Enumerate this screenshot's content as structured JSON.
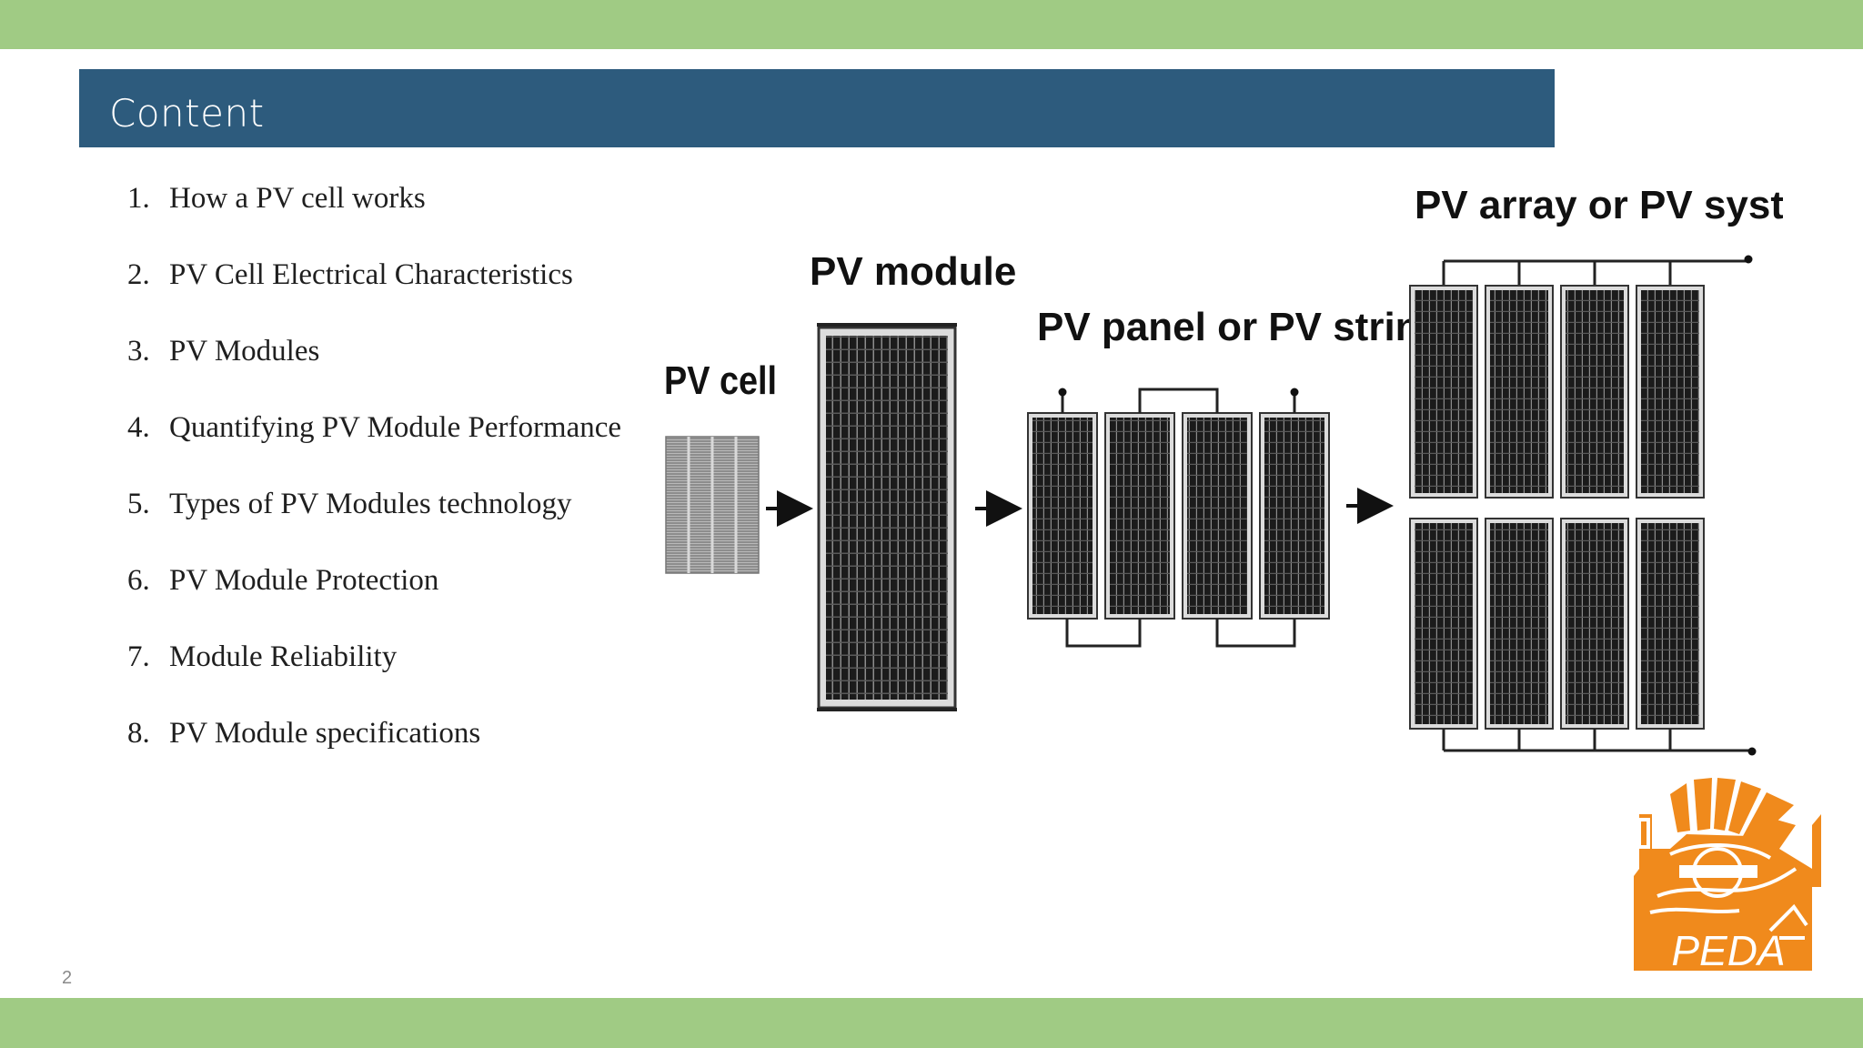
{
  "slide": {
    "title": "Content",
    "page_number": "2"
  },
  "toc": [
    {
      "num": "1.",
      "text": "How a PV cell works"
    },
    {
      "num": "2.",
      "text": "PV Cell Electrical  Characteristics"
    },
    {
      "num": "3.",
      "text": "PV Modules"
    },
    {
      "num": "4.",
      "text": "Quantifying PV Module Performance"
    },
    {
      "num": "5.",
      "text": "Types of PV Modules technology"
    },
    {
      "num": "6.",
      "text": "PV Module Protection"
    },
    {
      "num": "7.",
      "text": "Module Reliability"
    },
    {
      "num": "8.",
      "text": "PV Module specifications"
    }
  ],
  "diagram": {
    "labels": {
      "cell": "PV cell",
      "module": "PV module",
      "panel": "PV panel or PV string",
      "array": "PV array or PV system"
    }
  },
  "logo": {
    "text": "PEDA",
    "color": "#f08a1c"
  },
  "colors": {
    "accent_band": "#a0cb84",
    "title_bar": "#2d5b7d",
    "panel_fill": "#1b1b1b"
  }
}
